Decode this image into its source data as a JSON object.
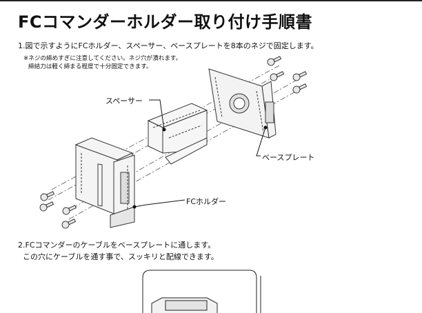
{
  "title": "FCコマンダーホルダー取り付け手順書",
  "step1": {
    "text": "1.図で示すようにFCホルダー、スペーサー、ベースプレートを8本のネジで固定します。",
    "note_line1": "※ネジの締めすぎに注意してください。ネジ穴が潰れます。",
    "note_line2": "締結力は軽く締まる程度で十分固定できます。"
  },
  "labels": {
    "spacer": "スペーサー",
    "base_plate": "ベースプレート",
    "fc_holder": "FCホルダー"
  },
  "step2": {
    "line1": "2.FCコマンダーのケーブルをベースプレートに通します。",
    "line2": "この穴にケーブルを通す事で、スッキリと配線できます。"
  }
}
